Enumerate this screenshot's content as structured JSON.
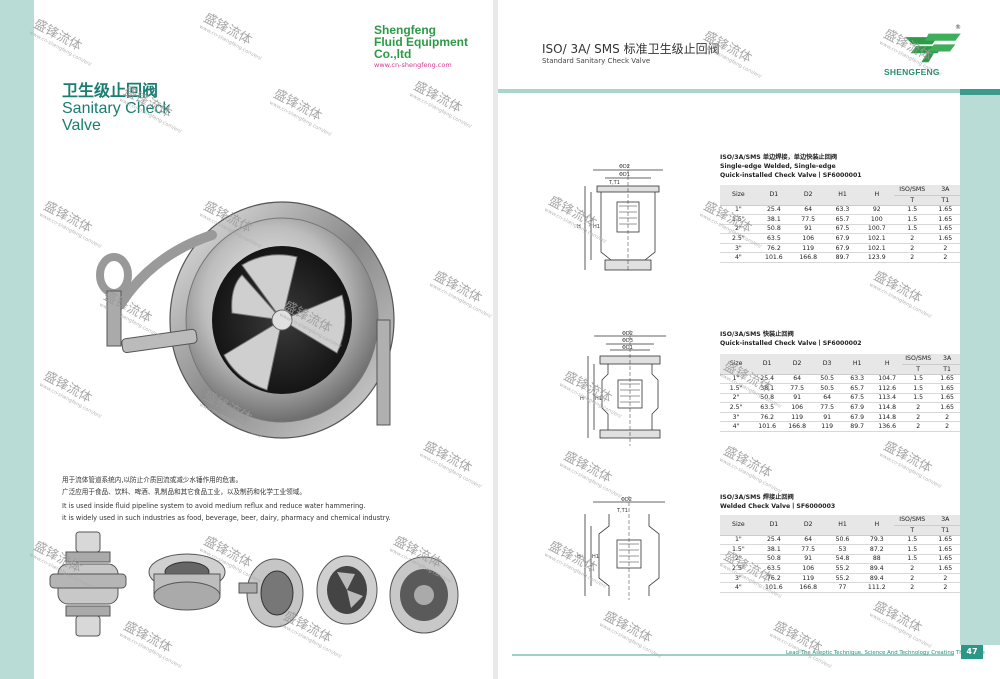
{
  "brand": {
    "name_line1": "Shengfeng",
    "name_line2": "Fluid Equipment",
    "name_line3": "Co.,ltd",
    "url": "www.cn-shengfeng.com",
    "logo_word": "SHENGFENG",
    "reg_mark": "®",
    "brand_color": "#2c9a47"
  },
  "left": {
    "title_cn": "卫生级止回阀",
    "title_en": "Sanitary Check Valve",
    "desc": [
      "用于流体管道系统内,以防止介质回流或减少水锤作用的危害。",
      "广泛应用于食品、饮料、啤酒、乳制品和其它食品工业，以及制药和化学工业领域。",
      "It is used inside fluid pipeline system to avoid medium reflux and reduce water hammering.",
      "it is widely used in such industries as food, beverage, beer, dairy, pharmacy and chemical industry."
    ]
  },
  "right": {
    "title": "ISO/ 3A/ SMS 标准卫生级止回阀",
    "subtitle": "Standard Sanitary Check Valve",
    "sections": [
      {
        "heading": [
          "ISO/3A/SMS 单边焊接，单边快装止回阀",
          "Single-edge Welded, Single-edge",
          "Quick-installed Check Valve丨SF6000001"
        ],
        "headers": [
          "Size",
          "D1",
          "D2",
          "H1",
          "H",
          "ISO/SMS",
          "3A"
        ],
        "subheaders": [
          "T",
          "T1"
        ],
        "rows": [
          [
            "1\"",
            "25.4",
            "64",
            "63.3",
            "92",
            "1.5",
            "1.65"
          ],
          [
            "1.5\"",
            "38.1",
            "77.5",
            "65.7",
            "100",
            "1.5",
            "1.65"
          ],
          [
            "2\"",
            "50.8",
            "91",
            "67.5",
            "100.7",
            "1.5",
            "1.65"
          ],
          [
            "2.5\"",
            "63.5",
            "106",
            "67.9",
            "102.1",
            "2",
            "1.65"
          ],
          [
            "3\"",
            "76.2",
            "119",
            "67.9",
            "102.1",
            "2",
            "2"
          ],
          [
            "4\"",
            "101.6",
            "166.8",
            "89.7",
            "123.9",
            "2",
            "2"
          ]
        ]
      },
      {
        "heading": [
          "ISO/3A/SMS 快装止回阀",
          "Quick-installed Check Valve丨SF6000002"
        ],
        "headers": [
          "Size",
          "D1",
          "D2",
          "D3",
          "H1",
          "H",
          "ISO/SMS",
          "3A"
        ],
        "subheaders": [
          "T",
          "T1"
        ],
        "rows": [
          [
            "1\"",
            "25.4",
            "64",
            "50.5",
            "63.3",
            "104.7",
            "1.5",
            "1.65"
          ],
          [
            "1.5\"",
            "38.1",
            "77.5",
            "50.5",
            "65.7",
            "112.6",
            "1.5",
            "1.65"
          ],
          [
            "2\"",
            "50.8",
            "91",
            "64",
            "67.5",
            "113.4",
            "1.5",
            "1.65"
          ],
          [
            "2.5\"",
            "63.5",
            "106",
            "77.5",
            "67.9",
            "114.8",
            "2",
            "1.65"
          ],
          [
            "3\"",
            "76.2",
            "119",
            "91",
            "67.9",
            "114.8",
            "2",
            "2"
          ],
          [
            "4\"",
            "101.6",
            "166.8",
            "119",
            "89.7",
            "136.6",
            "2",
            "2"
          ]
        ]
      },
      {
        "heading": [
          "ISO/3A/SMS 焊接止回阀",
          "Welded Check Valve丨SF6000003"
        ],
        "headers": [
          "Size",
          "D1",
          "D2",
          "H1",
          "H",
          "ISO/SMS",
          "3A"
        ],
        "subheaders": [
          "T",
          "T1"
        ],
        "rows": [
          [
            "1\"",
            "25.4",
            "64",
            "50.6",
            "79.3",
            "1.5",
            "1.65"
          ],
          [
            "1.5\"",
            "38.1",
            "77.5",
            "53",
            "87.2",
            "1.5",
            "1.65"
          ],
          [
            "2\"",
            "50.8",
            "91",
            "54.8",
            "88",
            "1.5",
            "1.65"
          ],
          [
            "2.5\"",
            "63.5",
            "106",
            "55.2",
            "89.4",
            "2",
            "1.65"
          ],
          [
            "3\"",
            "76.2",
            "119",
            "55.2",
            "89.4",
            "2",
            "2"
          ],
          [
            "4\"",
            "101.6",
            "166.8",
            "77",
            "111.2",
            "2",
            "2"
          ]
        ]
      }
    ],
    "drawing_labels": {
      "d2": "ΦD2",
      "d1": "ΦD1",
      "d3": "ΦD3",
      "t1": "T,T1",
      "h": "H",
      "h1": "H1"
    },
    "footer": "Lead The Aseptic Technique, Science And Technology Creating The Future",
    "page_number": "47"
  },
  "watermark": {
    "text": "盛锋流体",
    "url": "www.cn-shengfeng.com/en/"
  },
  "colors": {
    "accent": "#2a9787",
    "strip": "#b9ddd6",
    "title": "#1a7d72",
    "url": "#d23b8f"
  }
}
